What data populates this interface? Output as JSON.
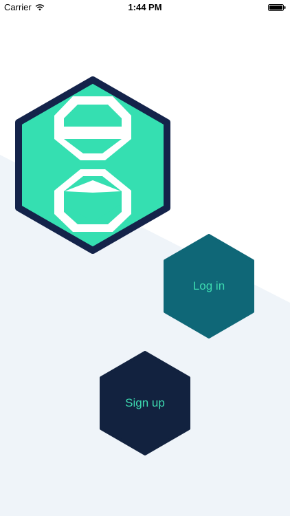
{
  "status_bar": {
    "carrier": "Carrier",
    "time": "1:44 PM",
    "icons": [
      "wifi-icon",
      "battery-icon"
    ]
  },
  "logo": {
    "icon": "hourglass-hexagon-logo"
  },
  "buttons": {
    "login_label": "Log in",
    "signup_label": "Sign up"
  },
  "colors": {
    "background": "#ffffff",
    "background_panel": "#eff4f9",
    "logo_fill": "#35dfb1",
    "logo_border": "#14234a",
    "login_fill": "#0f6777",
    "signup_fill": "#12223f",
    "button_text": "#3ddbb0"
  }
}
